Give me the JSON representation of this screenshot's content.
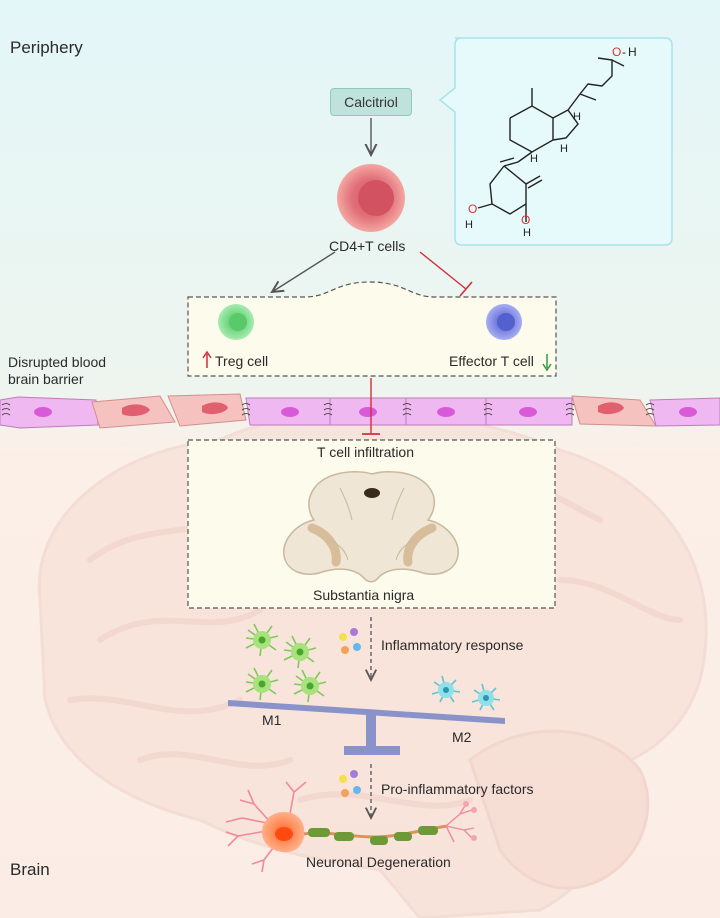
{
  "regions": {
    "periphery": "Periphery",
    "brain": "Brain"
  },
  "labels": {
    "calcitriol": "Calcitriol",
    "cd4": "CD4+T cells",
    "treg": "Treg cell",
    "effector": "Effector T cell",
    "bbb_line1": "Disrupted blood",
    "bbb_line2": "brain barrier",
    "infiltration": "T cell infiltration",
    "substantia": "Substantia nigra",
    "inflammatory": "Inflammatory response",
    "m1": "M1",
    "m2": "M2",
    "pro": "Pro-inflammatory factors",
    "neuronal": "Neuronal Degeneration"
  },
  "molecule": {
    "oh": "O",
    "h": "H"
  },
  "colors": {
    "periphery_bg": "#dff3f6",
    "brain_bg": "#fbeee6",
    "cd4_cell": "#e88080",
    "treg_cell": "#7fdc8a",
    "effector_cell": "#8890e6",
    "microglia_m1": "#8ed66b",
    "microglia_m2": "#6fd4e0",
    "inhibit": "#d0303b",
    "up_arrow": "#d0303b",
    "down_arrow": "#2e9b46"
  }
}
